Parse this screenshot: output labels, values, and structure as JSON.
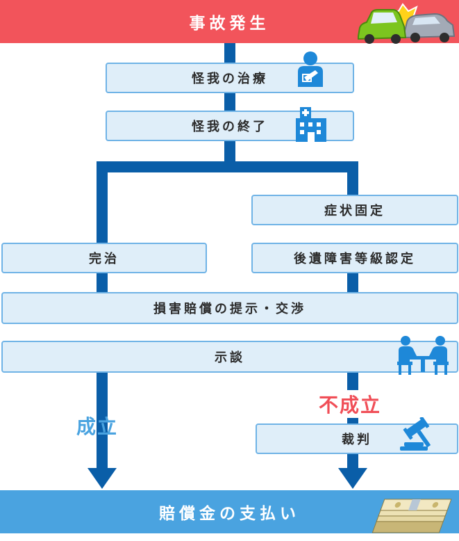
{
  "title": "事故発生",
  "steps": {
    "treatment": "怪我の治療",
    "injury_end": "怪我の終了",
    "full_recovery": "完治",
    "symptom_fixed": "症状固定",
    "disability_cert": "後遺障害等級認定",
    "offer": "損害賠償の提示・交渉",
    "settlement": "示談",
    "trial": "裁判"
  },
  "outcomes": {
    "success": "成立",
    "failure": "不成立"
  },
  "final": "賠償金の支払い",
  "colors": {
    "header_red": "#f2545b",
    "flow_blue": "#0a5ea8",
    "box_fill": "#dfeef9",
    "box_border": "#6fb3e6",
    "final_blue": "#4aa3e0",
    "success_text": "#4aa3e0",
    "failure_text": "#f04e57"
  }
}
